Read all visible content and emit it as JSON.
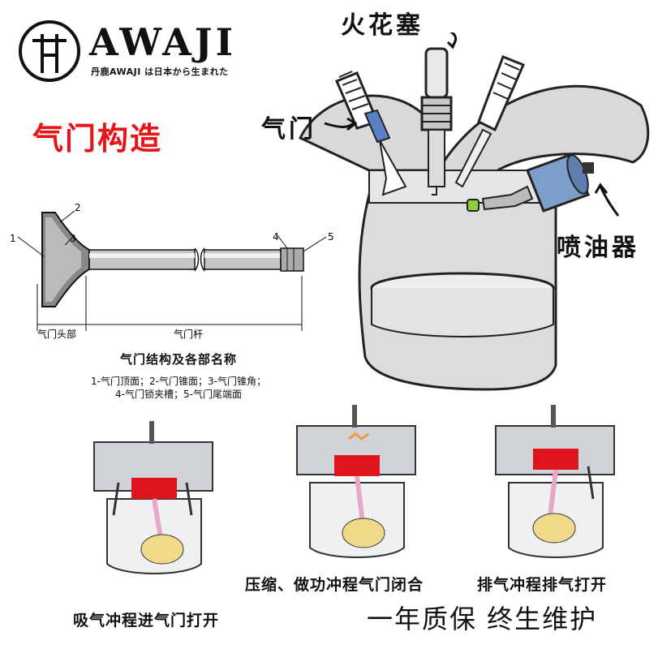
{
  "brand": {
    "name": "AWAJI",
    "tagline": "丹鹿AWAJI は日本から生まれた"
  },
  "page_title": "气门构造",
  "engine_labels": {
    "spark_plug": "火花塞",
    "valve": "气门",
    "injector": "喷油器"
  },
  "valve_diagram": {
    "part_numbers": [
      "1",
      "2",
      "3",
      "4",
      "5"
    ],
    "dimension_labels": {
      "head": "气门头部",
      "stem": "气门杆"
    },
    "title": "气门结构及各部名称",
    "legend_line_1": "1-气门顶面；2-气门锥面；3-气门锥角；",
    "legend_line_2": "4-气门锁夹槽；5-气门尾端面"
  },
  "stroke_captions": {
    "intake": "吸气冲程进气门打开",
    "compression_power": "压缩、做功冲程气门闭合",
    "exhaust": "排气冲程排气打开"
  },
  "warranty_slogan": "一年质保  终生维护",
  "colors": {
    "title_red": "#e8141a",
    "piston_red": "#e0141c",
    "valve_blue": "#5b7fc4",
    "injector_blue": "#7d9ecb",
    "nozzle_green": "#8fce3a",
    "crank_yellow": "#f1d98a",
    "rod_pink": "#e9a6c7",
    "engine_gray": "#d8d8d8"
  }
}
